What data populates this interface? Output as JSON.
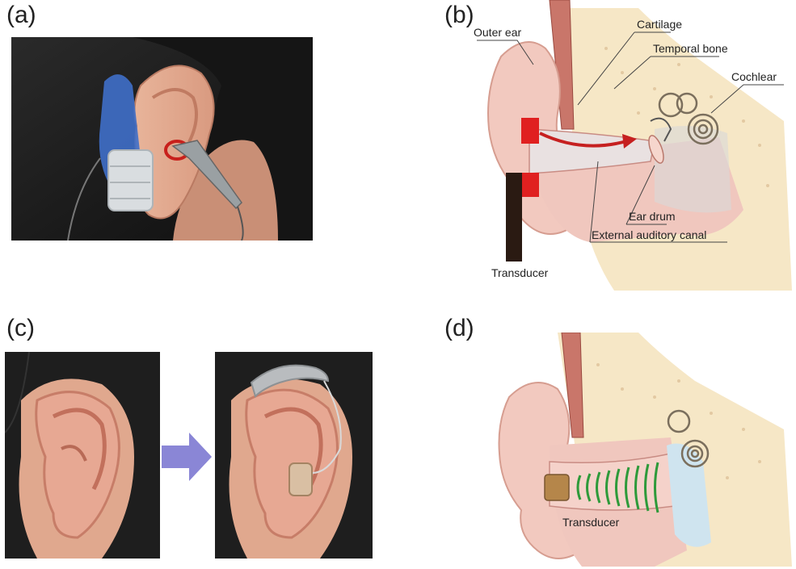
{
  "panels": {
    "a": {
      "label": "(a)"
    },
    "b": {
      "label": "(b)",
      "labels": {
        "outer_ear": "Outer ear",
        "cartilage": "Cartilage",
        "temporal_bone": "Temporal bone",
        "cochlear": "Cochlear",
        "ear_drum": "Ear drum",
        "external_auditory_canal": "External auditory canal",
        "transducer": "Transducer"
      }
    },
    "c": {
      "label": "(c)"
    },
    "d": {
      "label": "(d)",
      "labels": {
        "transducer": "Transducer"
      }
    }
  },
  "colors": {
    "skin": "#f2c9bf",
    "bone": "#f6e7c6",
    "canal": "#e9e1e1",
    "transducer_red": "#e02020",
    "arrow_red": "#c62020",
    "wave_green": "#2e9a3a",
    "transducer_tan": "#b5864a",
    "arrow_purple": "#8a86d6"
  }
}
